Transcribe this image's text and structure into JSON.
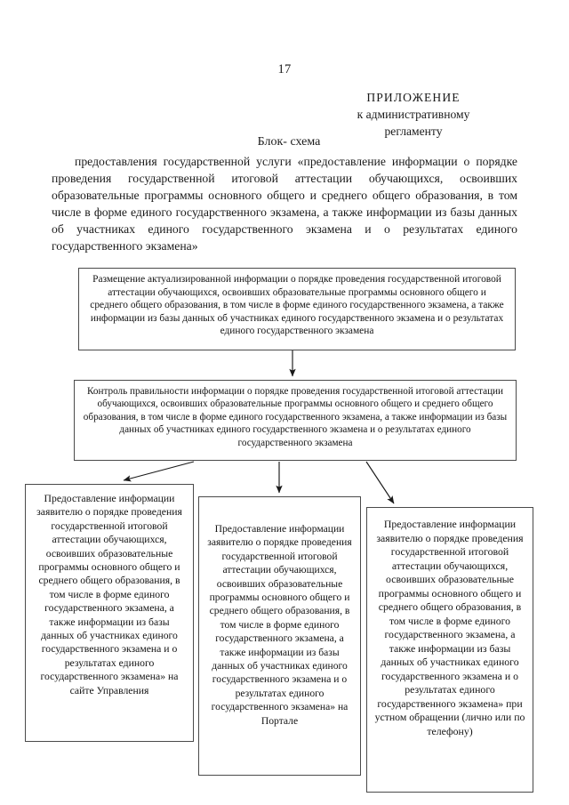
{
  "document": {
    "page_number": "17",
    "appendix": {
      "title": "ПРИЛОЖЕНИЕ",
      "line2": "к административному",
      "line3": "регламенту"
    },
    "scheme_title": "Блок- схема",
    "intro_paragraph": "предоставления государственной услуги  «предоставление информации о порядке проведения государственной итоговой аттестации обучающихся, освоивших образовательные программы основного общего и среднего общего образования, в том числе в форме единого государственного экзамена,  а также информации из базы данных об участниках единого государственного экзамена и о результатах единого государственного экзамена»"
  },
  "flowchart": {
    "boxes": [
      {
        "id": "box-top",
        "text": "Размещение актуализированной информации о порядке проведения государственной итоговой аттестации обучающихся, освоивших образовательные программы основного общего и среднего общего образования, в том числе в форме единого государственного экзамена,  а также информации из базы данных об участниках единого государственного экзамена и о результатах единого государственного экзамена"
      },
      {
        "id": "box-control",
        "text": "Контроль правильности информации  о порядке проведения государственной итоговой аттестации обучающихся, освоивших образовательные программы основного общего и среднего общего образования, в том числе в форме единого государственного экзамена,  а также информации из базы данных об участниках единого государственного экзамена и о результатах единого государственного экзамена"
      },
      {
        "id": "box-site",
        "text": "Предоставление информации заявителю о порядке проведения государственной итоговой аттестации обучающихся, освоивших образовательные программы основного общего и среднего общего образования, в том числе в форме единого государственного экзамена, а также информации из базы данных об участниках единого государственного экзамена и о результатах единого государственного экзамена» на сайте Управления"
      },
      {
        "id": "box-portal",
        "text": "Предоставление информации заявителю о порядке проведения государственной итоговой аттестации обучающихся, освоивших образовательные программы основного общего и среднего общего образования, в том числе в форме единого государственного экзамена, а также информации из базы данных об участниках единого государственного экзамена и о результатах единого государственного экзамена» на Портале"
      },
      {
        "id": "box-oral",
        "text": "Предоставление информации заявителю о порядке проведения государственной итоговой аттестации обучающихся, освоивших образовательные программы основного общего и среднего общего образования, в том числе в форме единого государственного экзамена, а также информации из базы данных об участниках единого государственного экзамена и о результатах единого государственного экзамена»  при устном обращении (лично или по телефону)"
      }
    ],
    "connector_color": "#1a1a1a"
  }
}
